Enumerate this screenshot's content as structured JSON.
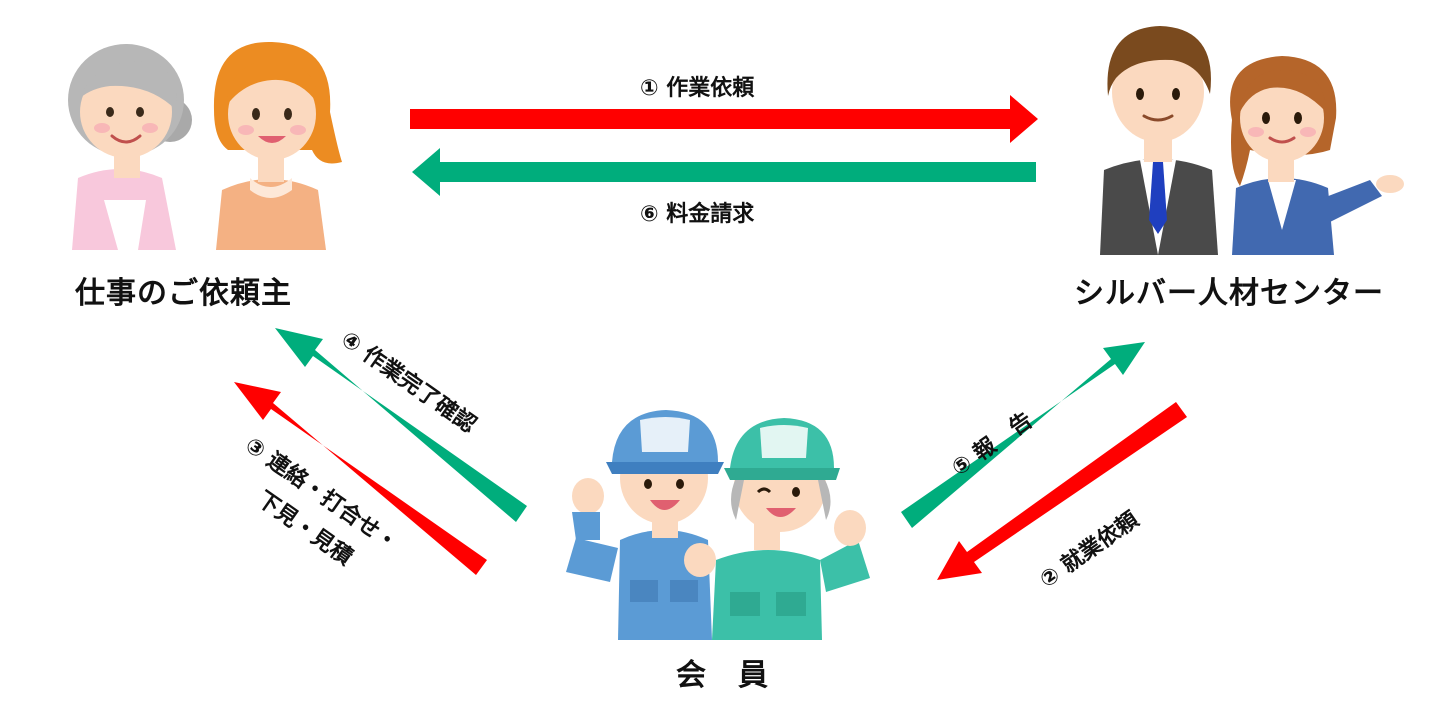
{
  "parties": {
    "client": {
      "label": "仕事のご依頼主"
    },
    "center": {
      "label": "シルバー人材センター"
    },
    "member": {
      "label": "会　員"
    }
  },
  "steps": {
    "step1": {
      "label": "① 作業依頼",
      "color": "#ff0000"
    },
    "step2": {
      "label": "② 就業依頼",
      "color": "#ff0000"
    },
    "step3": {
      "line1": "③ 連絡・打合せ・",
      "line2": "下見・見積",
      "color": "#ff0000"
    },
    "step4": {
      "label": "④ 作業完了確認",
      "color": "#00ad7c"
    },
    "step5": {
      "label": "⑤ 報　告",
      "color": "#00ad7c"
    },
    "step6": {
      "label": "⑥ 料金請求",
      "color": "#00ad7c"
    }
  },
  "colors": {
    "request_red": "#ff0000",
    "response_green": "#00ad7c",
    "worker_blue": "#5b9bd5",
    "worker_teal": "#3cc0a8",
    "suit_gray": "#4a4a4a",
    "uniform_blue": "#4169b0",
    "pink_cardigan": "#f8c8dc",
    "orange_top": "#f4b183"
  },
  "icons": {
    "client": "elderly-woman-and-young-woman",
    "center": "businessman-and-businesswoman",
    "member": "elderly-workers-in-caps"
  }
}
